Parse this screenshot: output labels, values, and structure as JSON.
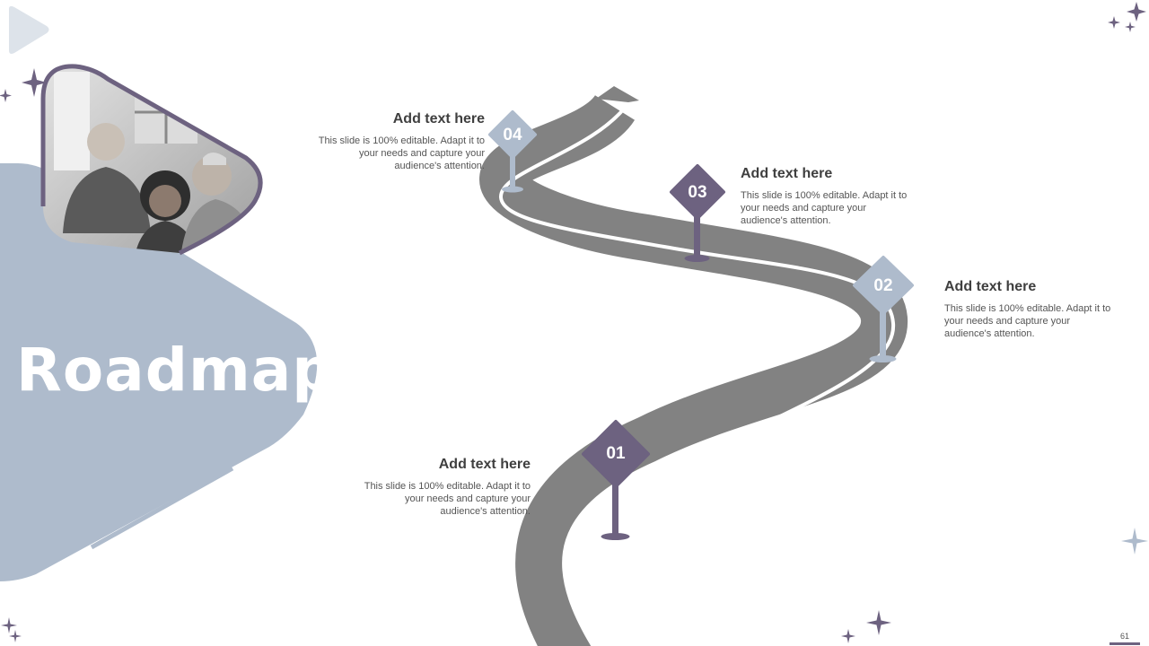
{
  "slide": {
    "title": "Roadmap",
    "page_number": "61"
  },
  "colors": {
    "accent_blue": "#aebbcc",
    "accent_purple": "#6d6280",
    "road_gray": "#828282",
    "text_dark": "#3f3f3f"
  },
  "milestones": [
    {
      "number": "01",
      "heading": "Add text here",
      "body": "This slide is 100% editable. Adapt it to your needs and capture your audience's attention."
    },
    {
      "number": "02",
      "heading": "Add text here",
      "body": "This slide is 100% editable. Adapt it to your needs and capture your audience's attention."
    },
    {
      "number": "03",
      "heading": "Add text here",
      "body": "This slide is 100% editable. Adapt it to your needs and capture your audience's attention."
    },
    {
      "number": "04",
      "heading": "Add text here",
      "body": "This slide is 100% editable. Adapt it to your needs and capture your audience's attention."
    }
  ],
  "icons": [
    "sparkle-icon",
    "play-arrow-icon",
    "road-arrow-icon"
  ]
}
